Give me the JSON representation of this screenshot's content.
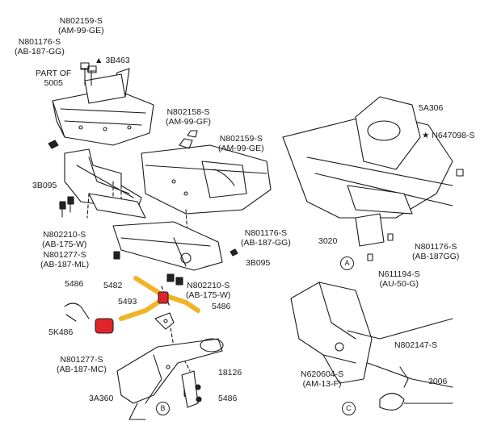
{
  "labels": {
    "n802159_top": {
      "code": "N802159-S",
      "spec": "(AM-99-GE)"
    },
    "n801176_top": {
      "code": "N801176-S",
      "spec": "(AB-187-GG)"
    },
    "ref_3b463": "3B463",
    "part_of": {
      "line1": "PART OF",
      "line2": "5005"
    },
    "n802158": {
      "code": "N802158-S",
      "spec": "(AM-99-GF)"
    },
    "n802159_mid": {
      "code": "N802159-S",
      "spec": "(AM-99-GE)"
    },
    "ref_3b095_left": "3B095",
    "n802210_left": {
      "code": "N802210-S",
      "spec": "(AB-175-W)"
    },
    "n801277_left": {
      "code": "N801277-S",
      "spec": "(AB-187-ML)"
    },
    "n801176_mid": {
      "code": "N801176-S",
      "spec": "(AB-187-GG)"
    },
    "ref_3b095_right": "3B095",
    "ref_5486_a": "5486",
    "ref_5482": "5482",
    "n802210_mid": {
      "code": "N802210-S",
      "spec": "(AB-175-W)"
    },
    "ref_5493": "5493",
    "ref_5486_b": "5486",
    "ref_5k486": "5K486",
    "n801277_bottom": {
      "code": "N801277-S",
      "spec": "(AB-187-MC)"
    },
    "ref_18126": "18126",
    "ref_3a360": "3A360",
    "ref_5486_c": "5486",
    "ref_5a306": "5A306",
    "n647098": "N647098-S",
    "ref_3020": "3020",
    "n801176_right": {
      "code": "N801176-S",
      "spec": "(AB-187GG)"
    },
    "n611194": {
      "code": "N611194-S",
      "spec": "(AU-50-G)"
    },
    "n802147": "N802147-S",
    "n620604": {
      "code": "N620604-S",
      "spec": "(AM-13-F)"
    },
    "ref_3006": "3006"
  },
  "view_tags": {
    "a": "A",
    "b": "B",
    "c": "C"
  },
  "symbols": {
    "triangle": "▲",
    "star": "★"
  },
  "colors": {
    "highlight": "#f0b429",
    "bushing": "#e0242a",
    "ink": "#1a1a1a"
  }
}
